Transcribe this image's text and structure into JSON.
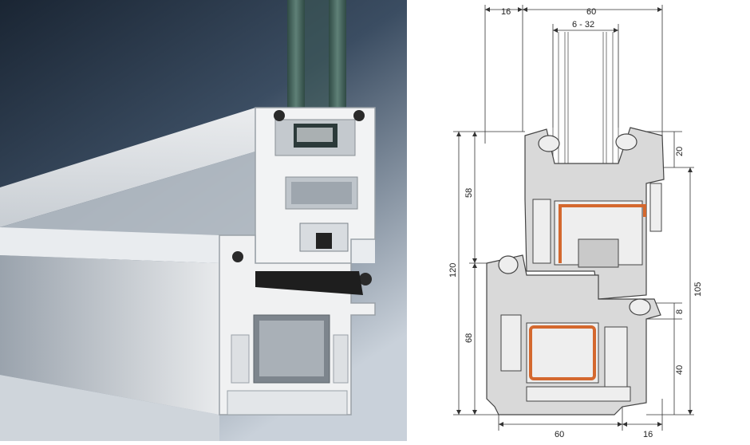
{
  "drawing": {
    "dims": {
      "top_left_width": "16",
      "top_total_width": "60",
      "glass_range": "6 - 32",
      "height_58": "58",
      "height_120": "120",
      "height_68": "68",
      "height_20": "20",
      "height_105": "105",
      "height_8": "8",
      "height_40": "40",
      "bottom_width_60": "60",
      "bottom_width_16": "16"
    },
    "colors": {
      "profile_fill": "#d9d9d9",
      "profile_stroke": "#444444",
      "steel_reinforcement": "#d4682e",
      "seal": "#444444"
    }
  },
  "render": {
    "icons": [
      "window-profile-3d-render"
    ],
    "colors": {
      "background_dark": "#1c2a3a",
      "background_light": "#dde3ea",
      "pvc_white": "#eef0f2",
      "glass": "#4a6a62",
      "gasket": "#2a2a2a"
    }
  }
}
